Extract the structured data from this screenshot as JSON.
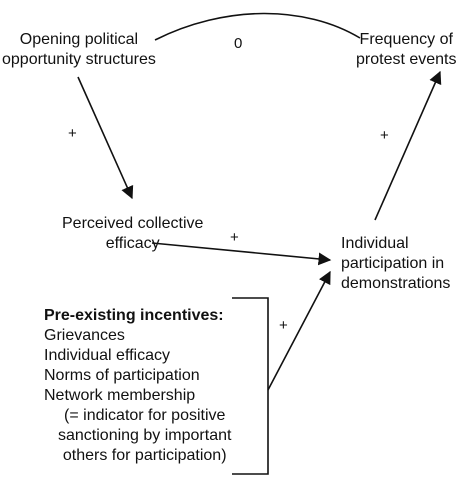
{
  "nodes": {
    "opening": [
      "Opening political",
      "opportunity structures"
    ],
    "frequency": [
      "Frequency of",
      "protest events"
    ],
    "efficacy": [
      "Perceived collective",
      "efficacy"
    ],
    "participation": [
      "Individual",
      "participation in",
      "demonstrations"
    ],
    "incentives": {
      "title": "Pre-existing incentives:",
      "items": [
        "Grievances",
        "Individual efficacy",
        "Norms of participation",
        "Network membership"
      ],
      "note": [
        "(= indicator for positive",
        "sanctioning by important",
        "others for participation)"
      ]
    }
  },
  "edges": {
    "opening_frequency": "0",
    "opening_efficacy": "+",
    "efficacy_participation": "+",
    "incentives_participation": "+",
    "participation_frequency": "+"
  },
  "colors": {
    "ink": "#111111",
    "background": "#ffffff"
  }
}
